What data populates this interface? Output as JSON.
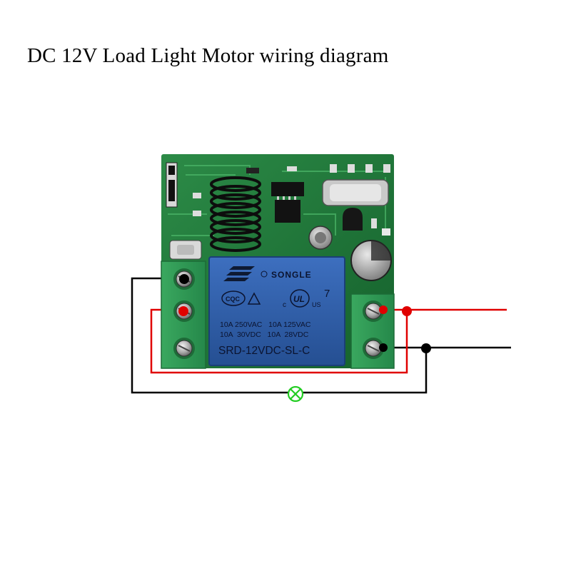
{
  "title": "DC 12V Load Light Motor wiring diagram",
  "relay": {
    "brand": "SONGLE",
    "cert_mark": "CQC",
    "ul_mark": "UL",
    "ul_suffix": "US",
    "number_mark": "7",
    "rating_row1": "10A 250VAC   10A 125VAC",
    "rating_row2": "10A  30VDC   10A  28VDC",
    "model": "SRD-12VDC-SL-C"
  },
  "colors": {
    "pcb": "#1f7a3a",
    "relay_body": "#2f5fa8",
    "terminal_block": "#2f9a55",
    "wire_positive": "#e00000",
    "wire_negative": "#000000",
    "lamp": "#22cc22"
  },
  "icons": {
    "lamp": "lamp-symbol-icon",
    "antenna": "coil-antenna-icon"
  }
}
